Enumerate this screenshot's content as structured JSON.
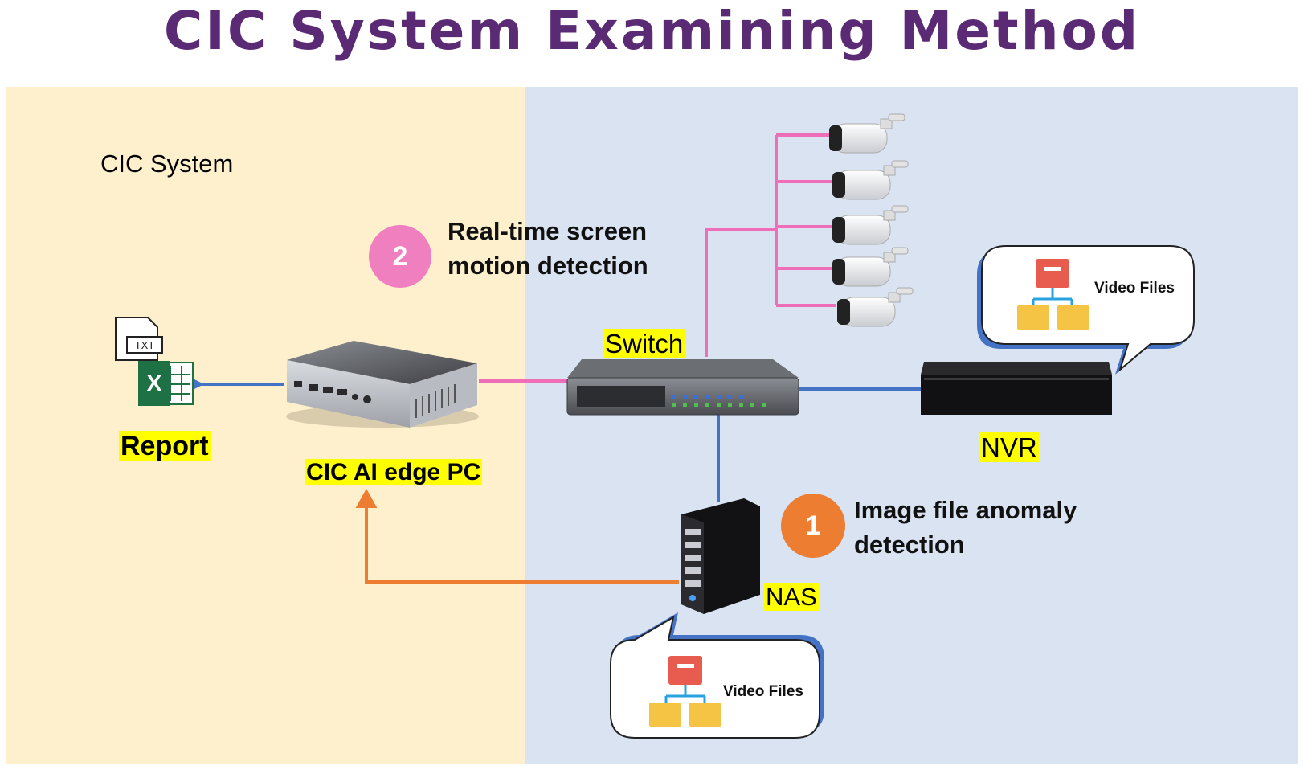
{
  "title": "CIC System Examining Method",
  "zones": {
    "left_label": "CIC System"
  },
  "nodes": {
    "report": "Report",
    "edge_pc": "CIC AI edge PC",
    "switch": "Switch",
    "nvr": "NVR",
    "nas": "NAS",
    "txt_icon": "TXT",
    "excel_icon": "X"
  },
  "steps": [
    {
      "number": "1",
      "line1": "Image file anomaly",
      "line2": "detection"
    },
    {
      "number": "2",
      "line1": "Real-time screen",
      "line2": "motion detection"
    }
  ],
  "callouts": {
    "nvr_video_files": "Video Files",
    "nas_video_files": "Video Files"
  },
  "colors": {
    "title": "#5b2a74",
    "cic_zone": "#fef0cc",
    "network_zone": "#dae3f2",
    "camera_link": "#ee6fb8",
    "ethernet_link": "#4472c4",
    "data_flow": "#ed7d31",
    "label_highlight": "#ffff00",
    "step1_badge": "#ed7d31",
    "step2_badge": "#f07fbf"
  }
}
